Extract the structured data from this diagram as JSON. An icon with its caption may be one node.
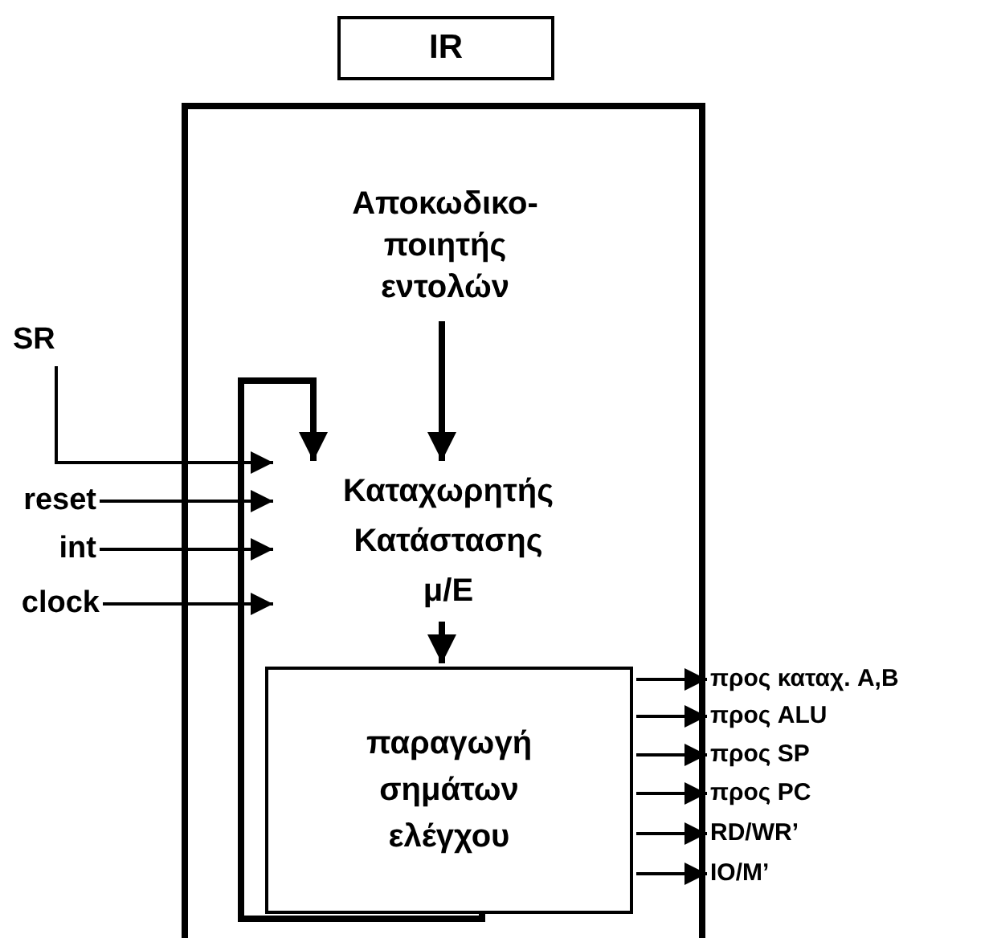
{
  "diagram": {
    "nodes": [
      {
        "text": [
          "IR"
        ]
      },
      {
        "text": [],
        "shape": "box"
      },
      {
        "text": [
          "Αποκωδικο-ποιητής εντολών"
        ],
        "in": 1
      },
      {
        "text": [
          "Καταχωρητής Κατάστασης",
          "μ/Ε"
        ],
        "in": 1
      },
      {
        "text": [
          "παραγωγή σημάτων ελέγχου"
        ],
        "in": 1
      },
      {
        "text": [
          "SR"
        ]
      },
      {
        "text": [
          "reset"
        ]
      },
      {
        "text": [
          "int"
        ]
      },
      {
        "text": [
          "clock"
        ]
      },
      {
        "text": [
          "προς καταχ. A,B"
        ]
      },
      {
        "text": [
          "προς ALU"
        ]
      },
      {
        "text": [
          "προς SP"
        ]
      },
      {
        "text": [
          "προς PC"
        ]
      },
      {
        "text": [
          "RD/WR’"
        ]
      },
      {
        "text": [
          "IO/M’"
        ]
      }
    ],
    "edges": [
      {
        "from": 2,
        "to": 3,
        "arrow": "to",
        "style": "thick"
      },
      {
        "from": 3,
        "to": 4,
        "arrow": "to",
        "style": "thick"
      },
      {
        "from": 4,
        "to": 3,
        "arrow": "to",
        "style": "thick"
      },
      {
        "from": 5,
        "to": 3,
        "arrow": "to"
      },
      {
        "from": 6,
        "to": 3,
        "arrow": "to"
      },
      {
        "from": 7,
        "to": 3,
        "arrow": "to"
      },
      {
        "from": 8,
        "to": 3,
        "arrow": "to"
      },
      {
        "from": 4,
        "to": 9,
        "arrow": "to"
      },
      {
        "from": 4,
        "to": 10,
        "arrow": "to"
      },
      {
        "from": 4,
        "to": 11,
        "arrow": "to"
      },
      {
        "from": 4,
        "to": 12,
        "arrow": "to"
      },
      {
        "from": 4,
        "to": 13,
        "arrow": "to"
      },
      {
        "from": 4,
        "to": 14,
        "arrow": "to"
      }
    ]
  }
}
